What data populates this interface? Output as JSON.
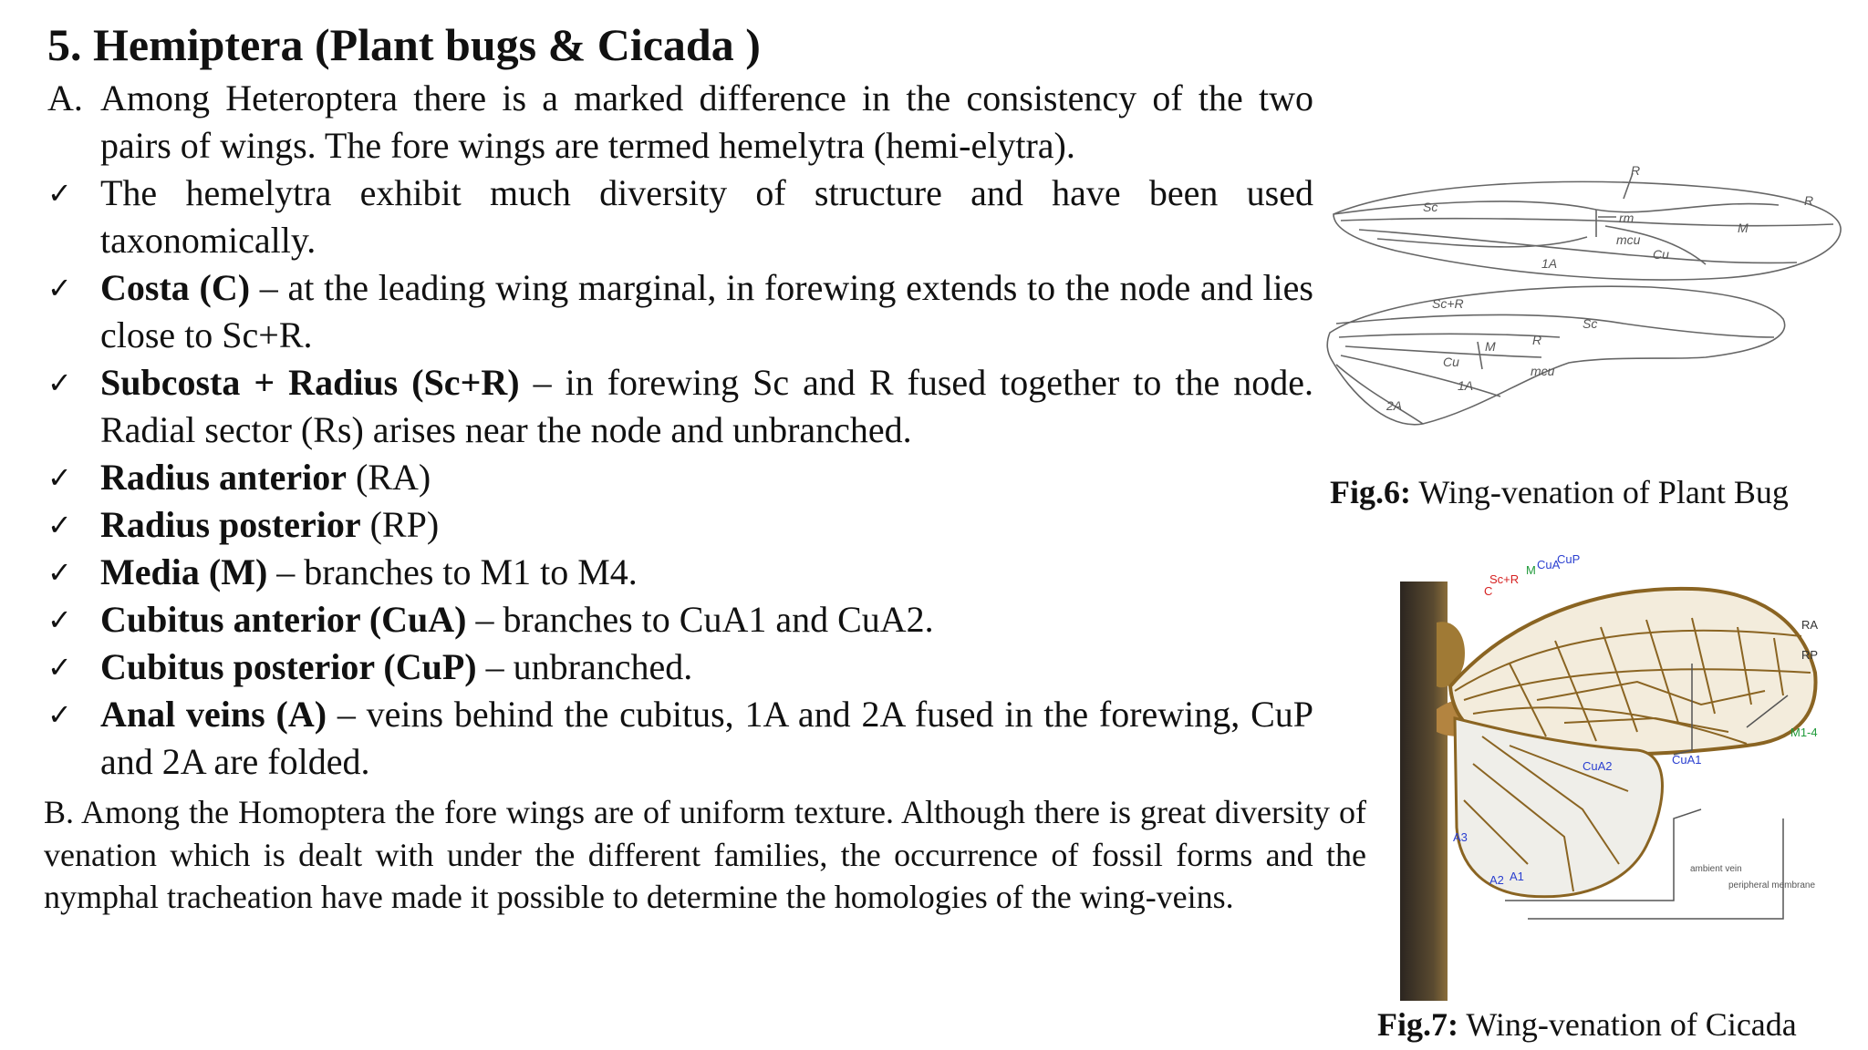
{
  "title": "5. Hemiptera (Plant bugs & Cicada )",
  "section_a": {
    "marker": "A.",
    "intro": "Among Heteroptera there is a marked difference in the consistency of the two pairs of  wings. The fore wings are termed hemelytra (hemi-elytra).",
    "check_icon": "✓",
    "items": [
      {
        "bold": "",
        "rest": "The hemelytra exhibit much diversity of structure and have been used taxonomically."
      },
      {
        "bold": "Costa (C)",
        "rest": " – at the leading wing marginal, in forewing extends to the node and lies close to Sc+R."
      },
      {
        "bold": "Subcosta + Radius (Sc+R)",
        "rest": " – in forewing Sc and R fused together to the node. Radial sector (Rs) arises near the node and unbranched."
      },
      {
        "bold": "Radius anterior",
        "rest": " (RA)"
      },
      {
        "bold": "Radius posterior",
        "rest": " (RP)"
      },
      {
        "bold": "Media (M)",
        "rest": " – branches to M1 to M4."
      },
      {
        "bold": "Cubitus anterior (CuA)",
        "rest": " – branches to CuA1 and CuA2."
      },
      {
        "bold": "Cubitus posterior (CuP)",
        "rest": " – unbranched."
      },
      {
        "bold": "Anal veins (A)",
        "rest": " – veins behind the cubitus, 1A and 2A fused in the forewing, CuP and 2A are folded."
      }
    ]
  },
  "section_b": {
    "text": "B. Among the Homoptera the fore wings are of uniform texture. Although there is great diversity of venation which is dealt with under the different families, the occurrence of fossil forms and the nymphal tracheation have made it possible to determine the homologies of the wing-veins."
  },
  "fig6": {
    "caption_bold": "Fig.6:",
    "caption_rest": " Wing-venation of Plant Bug",
    "labels": {
      "fore": [
        "R",
        "Sc",
        "rm",
        "R",
        "M",
        "mcu",
        "Cu",
        "1A"
      ],
      "hind": [
        "Sc+R",
        "Sc",
        "M",
        "R",
        "Cu",
        "mcu",
        "1A",
        "2A"
      ]
    }
  },
  "fig7": {
    "caption_bold": "Fig.7:",
    "caption_rest": " Wing-venation of Cicada",
    "labels": {
      "sc_r": "Sc+R",
      "c": "C",
      "m": "M",
      "cua": "CuA",
      "cup": "CuP",
      "ra": "RA",
      "rp": "RP",
      "m1_4": "M1-4",
      "cua1": "CuA1",
      "cua2": "CuA2",
      "a3": "A3",
      "a2": "A2",
      "a1": "A1",
      "ambient": "ambient vein",
      "peripheral": "peripheral membrane"
    },
    "colors": {
      "red": "#d62020",
      "green": "#1f9a3a",
      "blue": "#2a3fd0",
      "vein": "#6b4a14"
    }
  }
}
